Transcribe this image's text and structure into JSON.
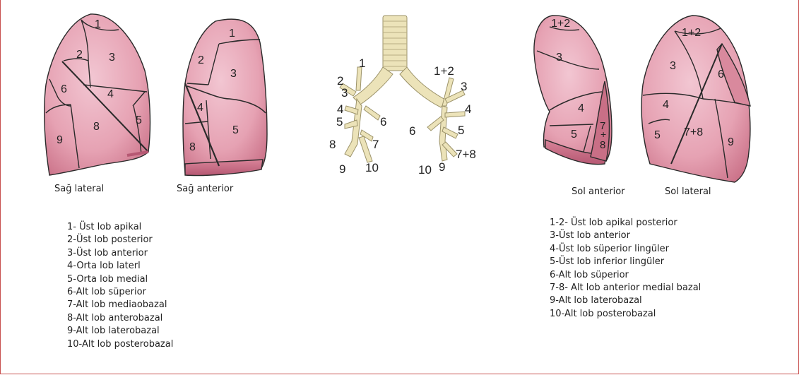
{
  "diagram": {
    "colors": {
      "lung_fill": "#e6a2b3",
      "lung_light": "#f2c6d2",
      "lung_dark": "#c96f86",
      "bronchus": "#ece3b9",
      "line": "#2a2a2a",
      "frame": "#c8504f"
    },
    "right_lateral": {
      "caption": "Sağ lateral",
      "segments": [
        "1",
        "2",
        "3",
        "6",
        "4",
        "5",
        "9",
        "8"
      ]
    },
    "right_anterior": {
      "caption": "Sağ anterior",
      "segments": [
        "1",
        "2",
        "3",
        "4",
        "5",
        "8"
      ]
    },
    "bronchial_tree": {
      "right_labels": [
        "1",
        "2",
        "3",
        "4",
        "5",
        "6",
        "8",
        "7",
        "9",
        "10"
      ],
      "left_labels": [
        "1+2",
        "3",
        "4",
        "6",
        "5",
        "7+8",
        "10",
        "9"
      ]
    },
    "left_anterior": {
      "caption": "Sol anterior",
      "segments": [
        "1+2",
        "3",
        "4",
        "5",
        "7",
        "+",
        "8"
      ]
    },
    "left_lateral": {
      "caption": "Sol lateral",
      "segments": [
        "1+2",
        "3",
        "6",
        "4",
        "5",
        "7+8",
        "9"
      ]
    }
  },
  "legend_right": [
    "1- Üst lob apikal",
    "2-Üst lob posterior",
    "3-Üst lob anterior",
    "4-Orta lob laterl",
    "5-Orta lob medial",
    "6-Alt lob süperior",
    "7-Alt lob mediaobazal",
    "8-Alt lob anterobazal",
    "9-Alt lob laterobazal",
    "10-Alt lob posterobazal"
  ],
  "legend_left": [
    "1-2- Üst lob apikal posterior",
    "3-Üst lob anterior",
    "4-Üst lob süperior lingüler",
    "5-Üst lob inferior lingüler",
    "6-Alt lob süperior",
    "7-8- Alt lob anterior medial bazal",
    "9-Alt lob laterobazal",
    "10-Alt lob posterobazal"
  ]
}
